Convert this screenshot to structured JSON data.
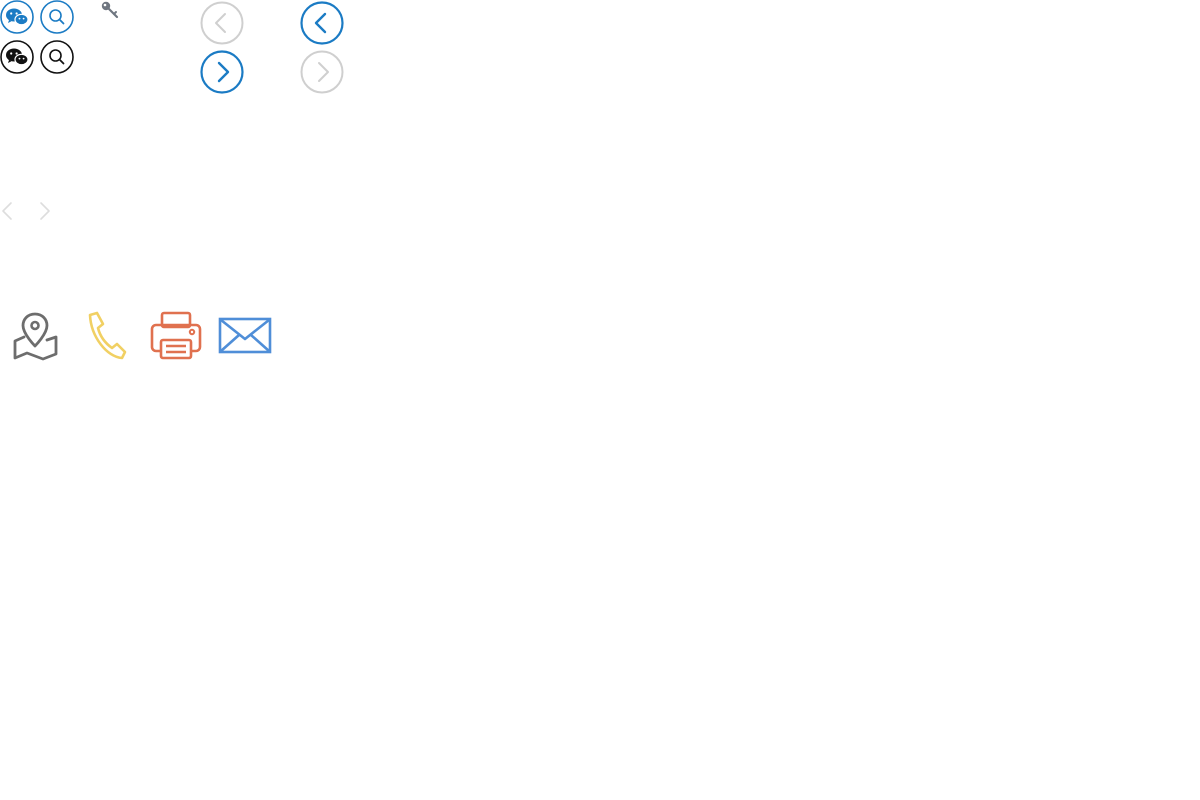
{
  "colors": {
    "accent_blue": "#1b7bc4",
    "dark": "#111111",
    "disabled_gray": "#cfcfcf",
    "faint_gray": "#dddddd",
    "key_gray": "#6f7680",
    "map_gray": "#6d6d6d",
    "phone_yellow": "#f1d063",
    "printer_orange": "#e0714f",
    "mail_blue": "#4f8ed8",
    "background": "#ffffff"
  },
  "icons": {
    "sprite_row1": [
      "wechat-icon",
      "search-icon"
    ],
    "sprite_row2": [
      "wechat-icon",
      "search-icon"
    ],
    "small_key": "key-icon",
    "carousel_arrows": [
      "arrow-left-disabled",
      "arrow-left-active",
      "arrow-right-active",
      "arrow-right-disabled"
    ],
    "mini_arrows": [
      "chevron-left-icon",
      "chevron-right-icon"
    ],
    "contact": [
      "map-pin-icon",
      "phone-icon",
      "printer-icon",
      "mail-icon"
    ]
  }
}
